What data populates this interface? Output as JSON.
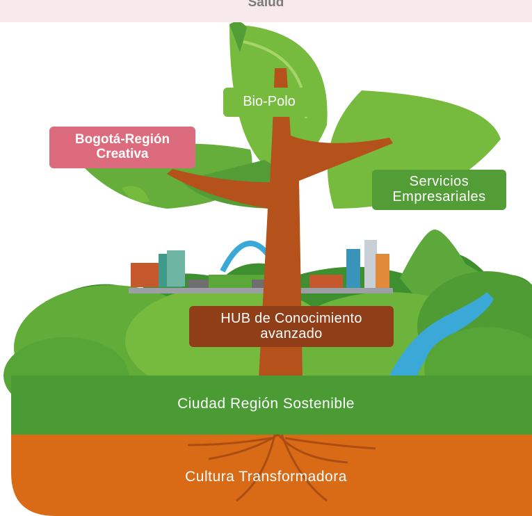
{
  "header": {
    "partial_label": "Salud"
  },
  "labels": {
    "bogota_region": [
      "Bogotá-Región",
      "Creativa"
    ],
    "bio_polo": "Bio-Polo",
    "servicios": [
      "Servicios",
      "Empresariales"
    ],
    "hub": [
      "HUB de Conocimiento",
      "avanzado"
    ],
    "ciudad_region": "Ciudad Región Sostenible",
    "cultura": "Cultura Transformadora"
  },
  "colors": {
    "top_band": "#f7e9ec",
    "pink_tag": "#dd6b7e",
    "light_green": "#76bb3d",
    "mid_green": "#529d36",
    "dark_green": "#3e8f2f",
    "trunk_brown": "#b5511b",
    "hub_brown": "#8f3e18",
    "soil_orange": "#d96a16",
    "river_blue": "#3aa9d8"
  }
}
